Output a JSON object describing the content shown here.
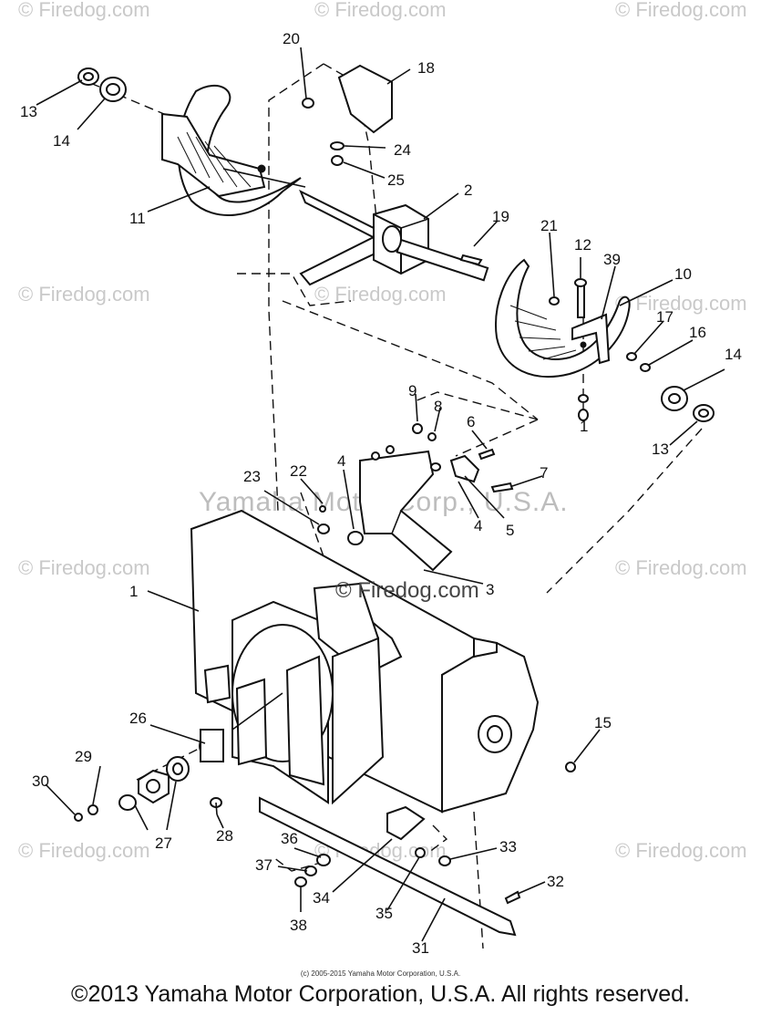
{
  "watermarks": {
    "site": "© Firedog.com",
    "center_text": "Yamaha Motor Corp., U.S.A.",
    "center_site": "© Firedog.com"
  },
  "callouts": {
    "c1": "1",
    "c1b": "1",
    "c2": "2",
    "c3": "3",
    "c4a": "4",
    "c4b": "4",
    "c5": "5",
    "c6": "6",
    "c7": "7",
    "c8": "8",
    "c9": "9",
    "c10": "10",
    "c11": "11",
    "c12": "12",
    "c13a": "13",
    "c13b": "13",
    "c14a": "14",
    "c14b": "14",
    "c15": "15",
    "c16": "16",
    "c17": "17",
    "c18": "18",
    "c19": "19",
    "c20": "20",
    "c21": "21",
    "c22": "22",
    "c23": "23",
    "c24": "24",
    "c25": "25",
    "c26": "26",
    "c27": "27",
    "c28": "28",
    "c29": "29",
    "c30": "30",
    "c31": "31",
    "c32": "32",
    "c33": "33",
    "c34": "34",
    "c35": "35",
    "c36": "36",
    "c37": "37",
    "c38": "38",
    "c39": "39"
  },
  "copyright_small": "(c) 2005-2015 Yamaha Motor Corporation, U.S.A.",
  "copyright_footer": "©2013 Yamaha Motor Corporation, U.S.A. All rights reserved."
}
